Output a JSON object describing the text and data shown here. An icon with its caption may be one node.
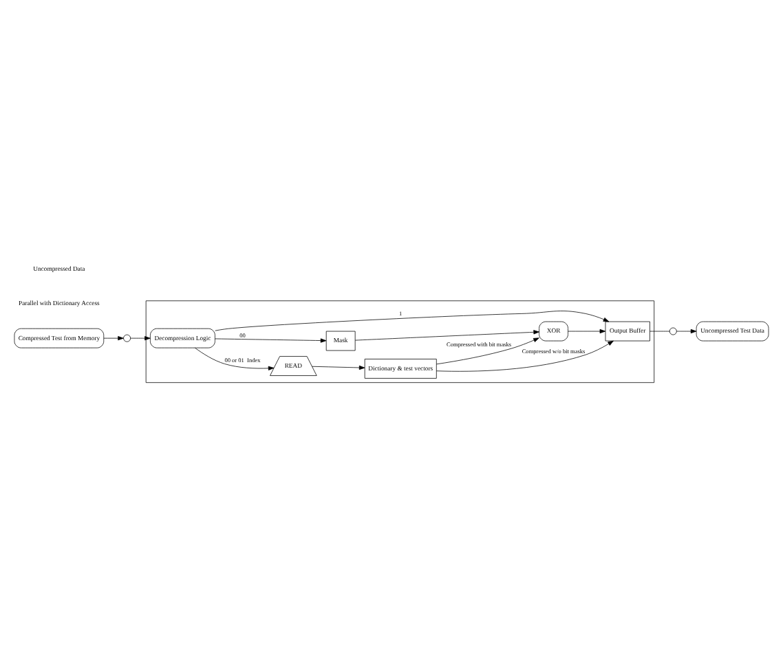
{
  "diagram": {
    "nodes": [
      {
        "text": [
          "Compressed Test from Memory"
        ]
      },
      {
        "text": [
          "Uncompressed Test Data"
        ]
      },
      {
        "text": [],
        "shape": "box"
      },
      {
        "text": [],
        "shape": "circle"
      },
      {
        "text": [
          "Decompression Logic"
        ],
        "in": 2
      },
      {
        "text": [
          "READ"
        ],
        "in": 2
      },
      {
        "text": [
          "Dictionary & test vectors"
        ],
        "in": 2
      },
      {
        "text": [
          "Mask"
        ],
        "in": 2
      },
      {
        "text": [
          "XOR"
        ],
        "in": 2
      },
      {
        "text": [
          "Output Buffer"
        ],
        "in": 2
      },
      {
        "text": [],
        "shape": "circle"
      }
    ],
    "edges": [
      {
        "from": 0,
        "to": 3,
        "arrow": "to"
      },
      {
        "from": 3,
        "to": 4,
        "arrow": "to"
      },
      {
        "from": 4,
        "to": 5,
        "arrow": "to",
        "label": "00 or 01  Index"
      },
      {
        "from": 5,
        "to": 6,
        "arrow": "to"
      },
      {
        "from": 6,
        "to": 9,
        "arrow": "to",
        "label": "Compressed w/o bit masks"
      },
      {
        "from": 6,
        "to": 8,
        "arrow": "to",
        "label": "Compressed with bit masks"
      },
      {
        "from": 4,
        "to": 7,
        "arrow": "to",
        "label": "00"
      },
      {
        "from": 7,
        "to": 8,
        "arrow": "to"
      },
      {
        "from": 8,
        "to": 9,
        "arrow": "to"
      },
      {
        "from": 4,
        "to": 9,
        "arrow": "to",
        "label": "1"
      },
      {
        "from": 9,
        "to": 10,
        "arrow": "none"
      },
      {
        "from": 10,
        "to": 1,
        "arrow": "to"
      }
    ],
    "labels": [
      "Parallel with Dictionary Access",
      "Uncompressed Data"
    ]
  }
}
